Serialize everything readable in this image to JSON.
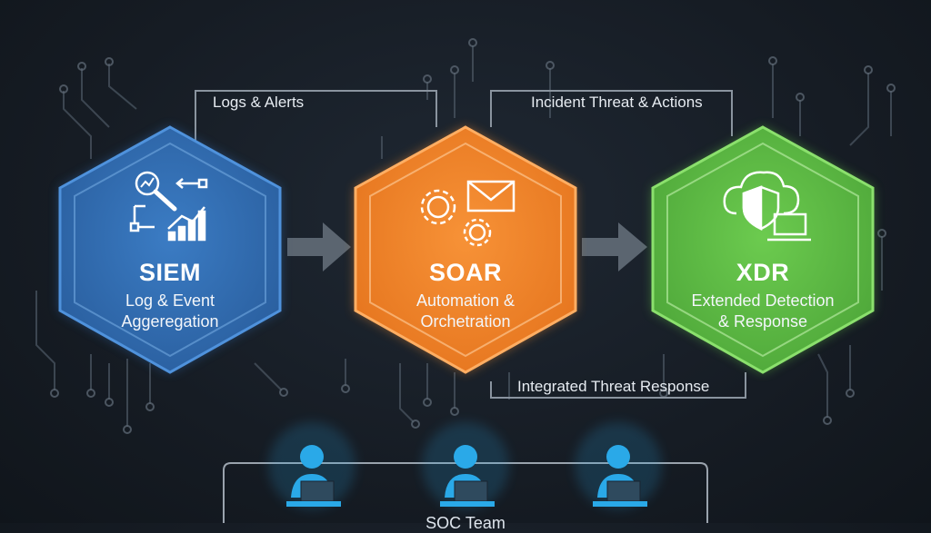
{
  "connectors": {
    "top_left": "Logs & Alerts",
    "top_right": "Incident Threat & Actions",
    "bottom": "Integrated Threat Response"
  },
  "nodes": [
    {
      "title": "SIEM",
      "line1": "Log & Event",
      "line2": "Aggeregation",
      "color": "#2f6db2",
      "icon": "analytics-search-icon"
    },
    {
      "title": "SOAR",
      "line1": "Automation &",
      "line2": "Orchetration",
      "color": "#f3872a",
      "icon": "gears-mail-icon"
    },
    {
      "title": "XDR",
      "line1": "Extended Detection",
      "line2": "& Response",
      "color": "#5fbf43",
      "icon": "cloud-shield-laptop-icon"
    }
  ],
  "team": {
    "label": "SOC Team",
    "members": [
      "analyst-icon",
      "analyst-icon",
      "analyst-icon"
    ],
    "accent": "#2aa9e8"
  }
}
